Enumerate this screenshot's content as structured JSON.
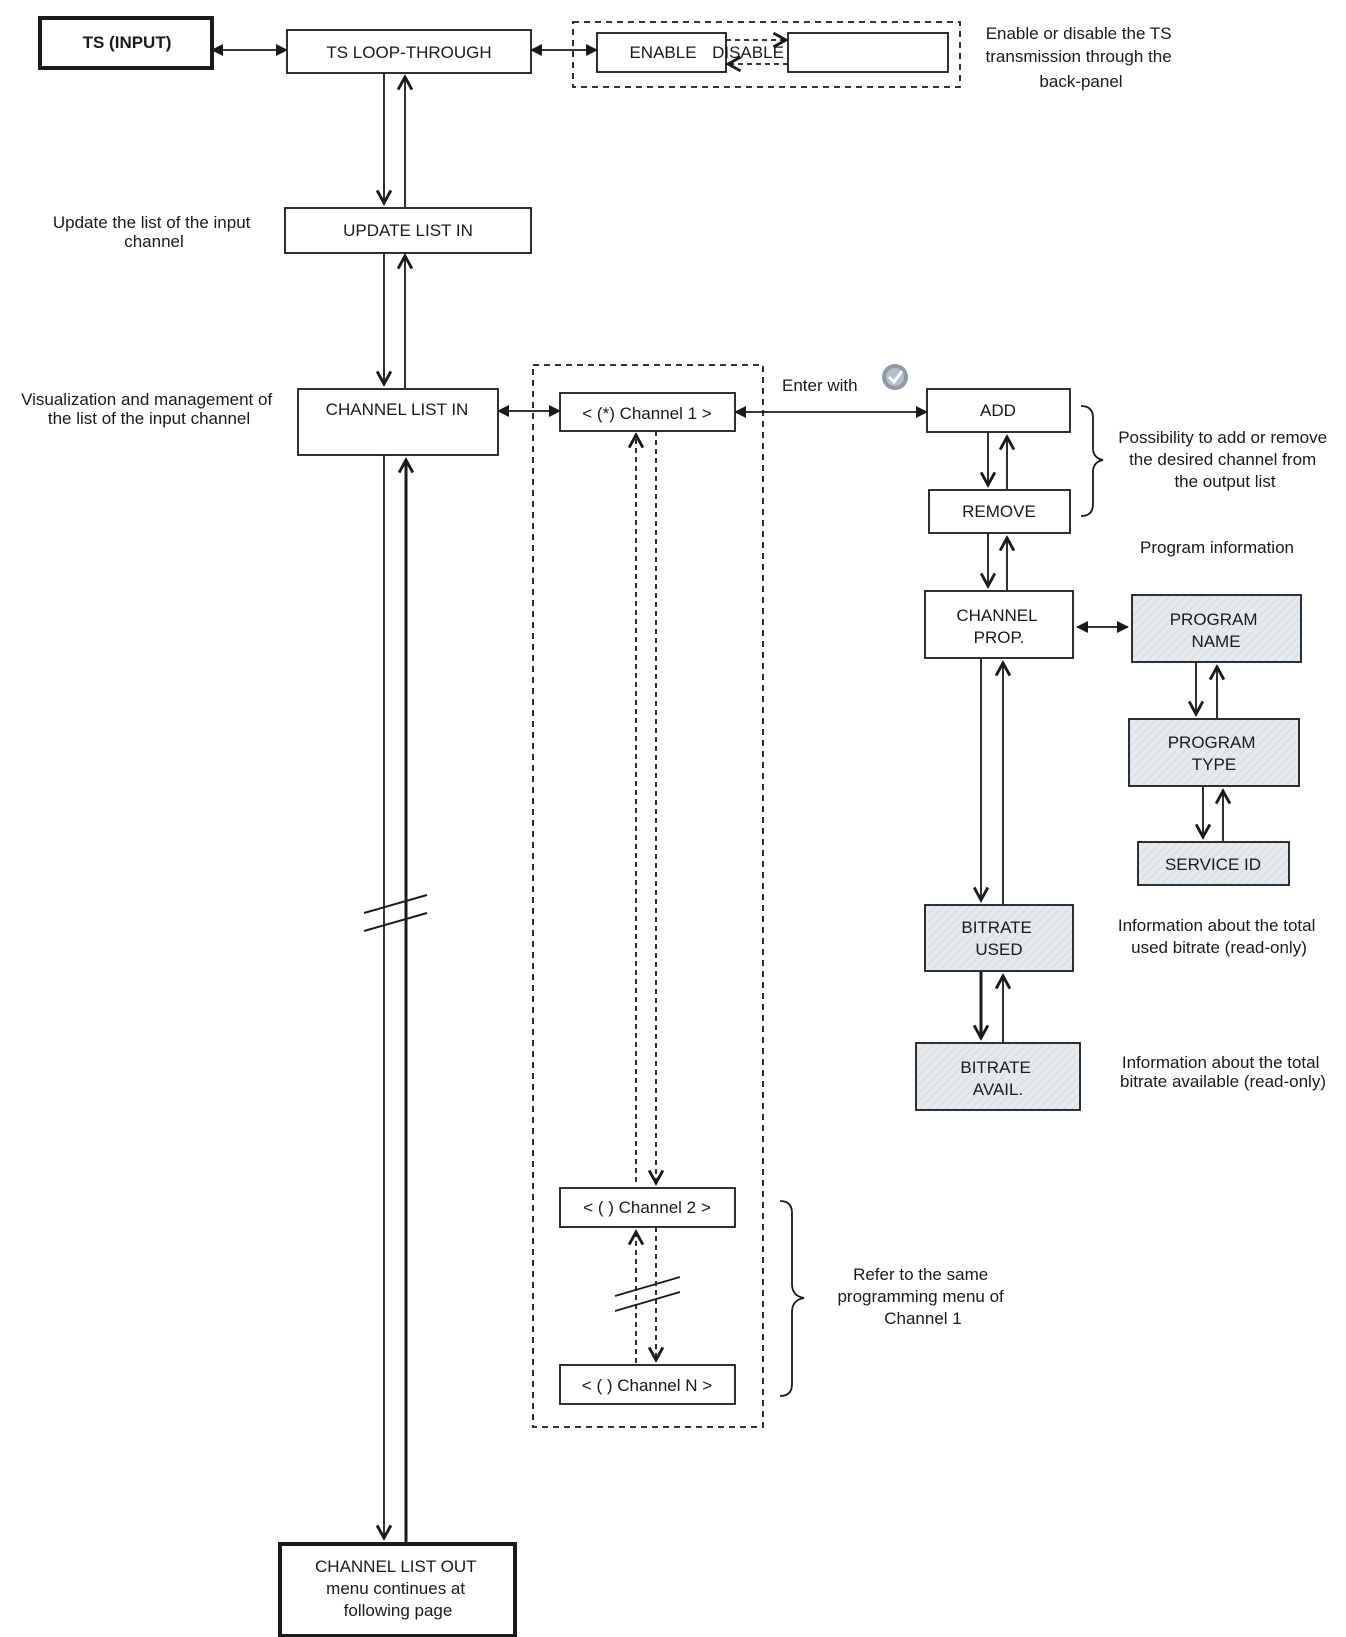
{
  "nodes": {
    "ts_input": "TS (INPUT)",
    "ts_loop": "TS LOOP-THROUGH",
    "enable": "ENABLE",
    "disable": "DISABLE",
    "update_list": "UPDATE LIST IN",
    "channel_list_in": "CHANNEL LIST IN",
    "channel_1": "< (*) Channel 1 >",
    "channel_2": "< ( ) Channel 2 >",
    "channel_n": "< ( ) Channel N >",
    "add": "ADD",
    "remove": "REMOVE",
    "channel_prop": [
      "CHANNEL",
      "PROP."
    ],
    "program_name": [
      "PROGRAM",
      "NAME"
    ],
    "program_type": [
      "PROGRAM",
      "TYPE"
    ],
    "service_id": "SERVICE ID",
    "bitrate_used": [
      "BITRATE",
      "USED"
    ],
    "bitrate_avail": [
      "BITRATE",
      "AVAIL."
    ],
    "channel_list_out": [
      "CHANNEL LIST OUT",
      "menu continues at",
      "following page"
    ]
  },
  "notes": {
    "ts_transmission": [
      "Enable or disable the TS",
      "transmission through the",
      "back-panel"
    ],
    "update_list": [
      "Update the list of the input",
      "channel"
    ],
    "visualization": [
      "Visualization and management of",
      "the list of the input channel"
    ],
    "enter_with": "Enter with",
    "add_remove": [
      "Possibility to add or remove",
      "the desired channel from",
      "the output list"
    ],
    "program_info": "Program information",
    "bitrate_used_info": [
      "Information about the total",
      "used bitrate (read-only)"
    ],
    "bitrate_avail_info": [
      "Information about the total",
      "bitrate available (read-only)"
    ],
    "refer_same": [
      "Refer to the same",
      "programming menu of",
      "Channel 1"
    ]
  },
  "icons": {
    "enter": "check-circle-icon"
  },
  "colors": {
    "line": "#1a1a1a",
    "hatch_fill": "#e4eaee",
    "icon": "#8a9aa8"
  }
}
